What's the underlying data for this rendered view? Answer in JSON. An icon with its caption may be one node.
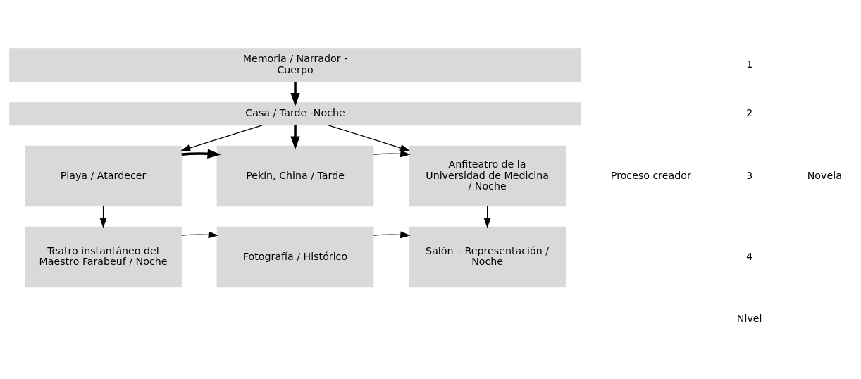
{
  "diagram": {
    "nodes": [
      {
        "text": [
          "Memoria / Narrador - Cuerpo"
        ]
      },
      {
        "text": [
          "Casa / Tarde -Noche"
        ]
      },
      {
        "text": [
          "Playa / Atardecer"
        ]
      },
      {
        "text": [
          "Pekín, China / Tarde"
        ]
      },
      {
        "text": [
          "Anfiteatro de la Universidad de Medicina / Noche"
        ]
      },
      {
        "text": [
          "Teatro instantáneo del Maestro Farabeuf / Noche"
        ]
      },
      {
        "text": [
          "Fotografía / Histórico"
        ]
      },
      {
        "text": [
          "Salón – Representación / Noche"
        ]
      }
    ],
    "edges": [
      {
        "from": 0,
        "to": 1,
        "arrow": "to",
        "style": "thick"
      },
      {
        "from": 1,
        "to": 2,
        "arrow": "to"
      },
      {
        "from": 1,
        "to": 3,
        "arrow": "to",
        "style": "thick"
      },
      {
        "from": 1,
        "to": 4,
        "arrow": "to"
      },
      {
        "from": 2,
        "to": 3,
        "arrow": "to",
        "style": "thick"
      },
      {
        "from": 3,
        "to": 4,
        "arrow": "to"
      },
      {
        "from": 2,
        "to": 5,
        "arrow": "to"
      },
      {
        "from": 4,
        "to": 7,
        "arrow": "to"
      },
      {
        "from": 5,
        "to": 6,
        "arrow": "to"
      },
      {
        "from": 6,
        "to": 7,
        "arrow": "to"
      }
    ],
    "labels": [
      "1",
      "2",
      "Novela",
      "3",
      "Proceso creador",
      "4",
      "Nivel"
    ]
  }
}
